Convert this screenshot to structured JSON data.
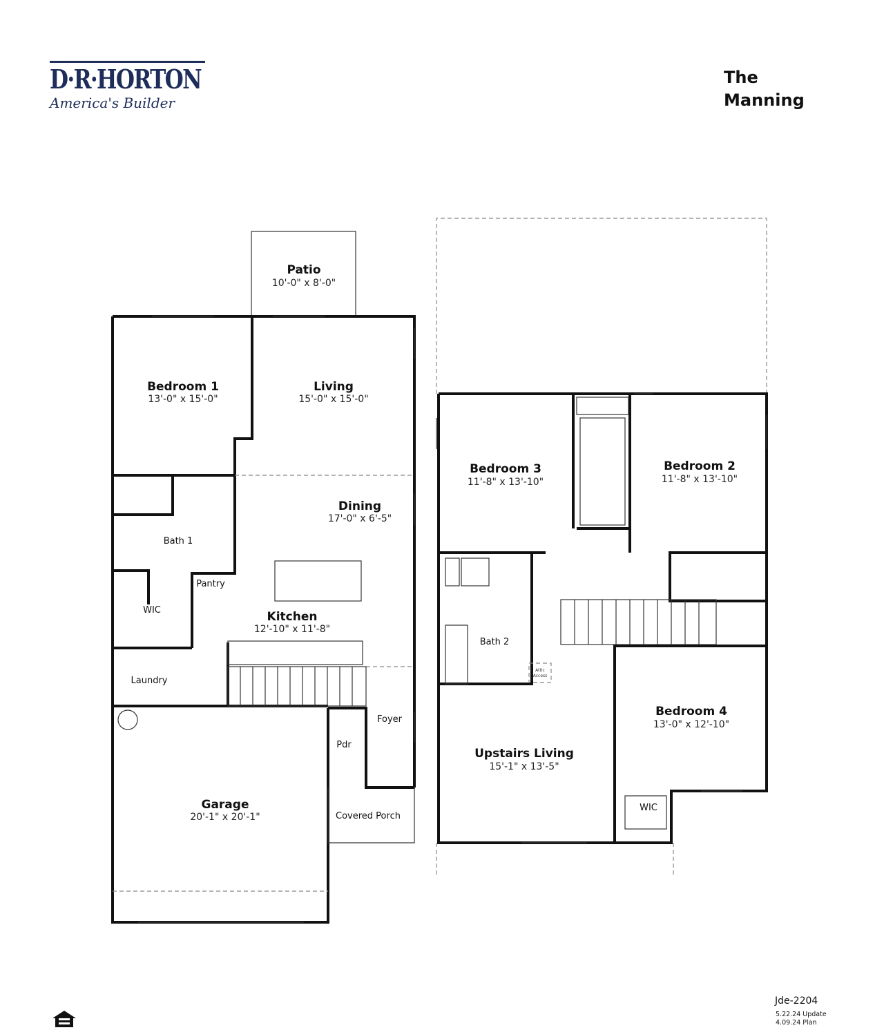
{
  "logo": {
    "brand": "D·R·HORTON",
    "tagline": "America's Builder"
  },
  "plan_name": {
    "line1": "The",
    "line2": "Manning"
  },
  "first_floor": {
    "rooms": [
      {
        "name": "Patio",
        "dims": "10'-0\" x 8'-0\""
      },
      {
        "name": "Bedroom 1",
        "dims": "13'-0\" x 15'-0\""
      },
      {
        "name": "Living",
        "dims": "15'-0\" x 15'-0\""
      },
      {
        "name": "Dining",
        "dims": "17'-0\" x 6'-5\""
      },
      {
        "name": "Kitchen",
        "dims": "12'-10\" x 11'-8\""
      },
      {
        "name": "Garage",
        "dims": "20'-1\" x 20'-1\""
      }
    ],
    "small_rooms": [
      "Bath 1",
      "Pantry",
      "WIC",
      "Laundry",
      "Pdr",
      "Foyer",
      "Covered Porch"
    ]
  },
  "second_floor": {
    "rooms": [
      {
        "name": "Bedroom 3",
        "dims": "11'-8\" x 13'-10\""
      },
      {
        "name": "Bedroom 2",
        "dims": "11'-8\" x 13'-10\""
      },
      {
        "name": "Bedroom 4",
        "dims": "13'-0\" x 12'-10\""
      },
      {
        "name": "Upstairs Living",
        "dims": "15'-1\" x 13'-5\""
      }
    ],
    "small_rooms": [
      "Bath 2",
      "WIC"
    ],
    "attic": {
      "line1": "Attic",
      "line2": "Access"
    }
  },
  "footer": {
    "plan_code": "Jde-2204",
    "update": "5.22.24 Update",
    "plan_date": "4.09.24 Plan",
    "icon": "equal-housing-icon"
  },
  "colors": {
    "brand": "#1f2d5a",
    "walls": "#111111"
  }
}
